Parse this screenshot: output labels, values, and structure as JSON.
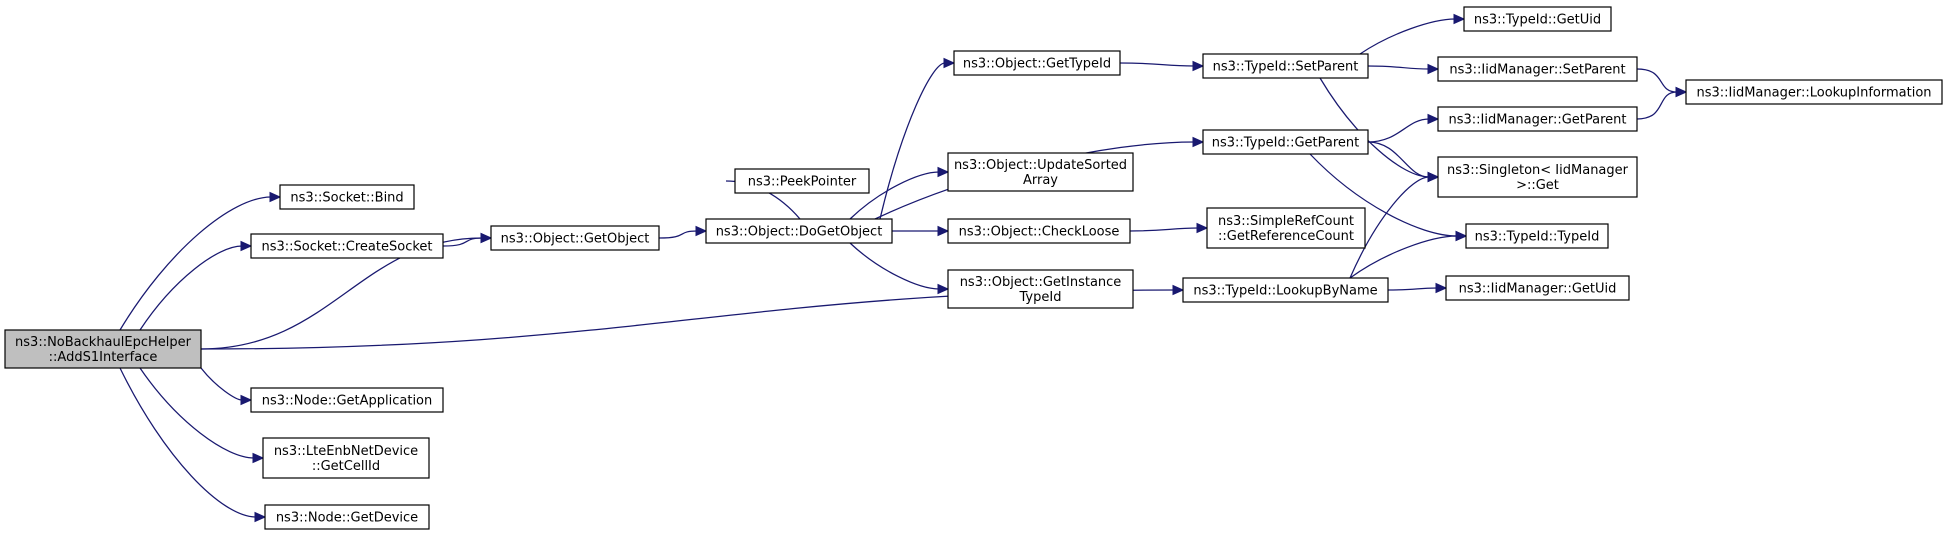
{
  "diagram": {
    "type": "call-graph",
    "colors": {
      "edge": "#191970",
      "root_fill": "#bfbfbf",
      "node_fill": "#ffffff",
      "border": "#000000"
    },
    "nodes": [
      {
        "id": "root",
        "lines": [
          "ns3::NoBackhaulEpcHelper",
          "::AddS1Interface"
        ],
        "root": true
      },
      {
        "id": "sockbind",
        "lines": [
          "ns3::Socket::Bind"
        ]
      },
      {
        "id": "createsock",
        "lines": [
          "ns3::Socket::CreateSocket"
        ]
      },
      {
        "id": "getobject",
        "lines": [
          "ns3::Object::GetObject"
        ]
      },
      {
        "id": "getapp",
        "lines": [
          "ns3::Node::GetApplication"
        ]
      },
      {
        "id": "getcellid",
        "lines": [
          "ns3::LteEnbNetDevice",
          "::GetCellId"
        ]
      },
      {
        "id": "getdevice",
        "lines": [
          "ns3::Node::GetDevice"
        ]
      },
      {
        "id": "peek",
        "lines": [
          "ns3::PeekPointer"
        ]
      },
      {
        "id": "dogetobject",
        "lines": [
          "ns3::Object::DoGetObject"
        ]
      },
      {
        "id": "obj_gettypeid",
        "lines": [
          "ns3::Object::GetTypeId"
        ]
      },
      {
        "id": "updatesorted",
        "lines": [
          "ns3::Object::UpdateSorted",
          "Array"
        ]
      },
      {
        "id": "checkloose",
        "lines": [
          "ns3::Object::CheckLoose"
        ]
      },
      {
        "id": "getinstance",
        "lines": [
          "ns3::Object::GetInstance",
          "TypeId"
        ]
      },
      {
        "id": "setparent",
        "lines": [
          "ns3::TypeId::SetParent"
        ]
      },
      {
        "id": "getparent",
        "lines": [
          "ns3::TypeId::GetParent"
        ]
      },
      {
        "id": "refcount",
        "lines": [
          "ns3::SimpleRefCount",
          "::GetReferenceCount"
        ]
      },
      {
        "id": "lookupbyname",
        "lines": [
          "ns3::TypeId::LookupByName"
        ]
      },
      {
        "id": "getuid",
        "lines": [
          "ns3::TypeId::GetUid"
        ]
      },
      {
        "id": "iid_setparent",
        "lines": [
          "ns3::IidManager::SetParent"
        ]
      },
      {
        "id": "iid_getparent",
        "lines": [
          "ns3::IidManager::GetParent"
        ]
      },
      {
        "id": "singleton",
        "lines": [
          "ns3::Singleton< IidManager",
          " >::Get"
        ]
      },
      {
        "id": "typeid_ctor",
        "lines": [
          "ns3::TypeId::TypeId"
        ]
      },
      {
        "id": "iid_getuid",
        "lines": [
          "ns3::IidManager::GetUid"
        ]
      },
      {
        "id": "lookupinfo",
        "lines": [
          "ns3::IidManager::LookupInformation"
        ]
      }
    ],
    "edges": [
      [
        "root",
        "sockbind"
      ],
      [
        "root",
        "createsock"
      ],
      [
        "root",
        "getobject"
      ],
      [
        "root",
        "lookupbyname"
      ],
      [
        "root",
        "getapp"
      ],
      [
        "root",
        "getcellid"
      ],
      [
        "root",
        "getdevice"
      ],
      [
        "createsock",
        "getobject"
      ],
      [
        "getobject",
        "dogetobject"
      ],
      [
        "dogetobject",
        "peek"
      ],
      [
        "dogetobject",
        "obj_gettypeid"
      ],
      [
        "dogetobject",
        "getparent"
      ],
      [
        "dogetobject",
        "updatesorted"
      ],
      [
        "dogetobject",
        "checkloose"
      ],
      [
        "dogetobject",
        "getinstance"
      ],
      [
        "obj_gettypeid",
        "setparent"
      ],
      [
        "checkloose",
        "refcount"
      ],
      [
        "setparent",
        "getuid"
      ],
      [
        "setparent",
        "iid_setparent"
      ],
      [
        "setparent",
        "singleton"
      ],
      [
        "getparent",
        "iid_getparent"
      ],
      [
        "getparent",
        "singleton"
      ],
      [
        "getparent",
        "typeid_ctor"
      ],
      [
        "iid_setparent",
        "lookupinfo"
      ],
      [
        "iid_getparent",
        "lookupinfo"
      ],
      [
        "lookupbyname",
        "singleton"
      ],
      [
        "lookupbyname",
        "typeid_ctor"
      ],
      [
        "lookupbyname",
        "iid_getuid"
      ]
    ]
  }
}
